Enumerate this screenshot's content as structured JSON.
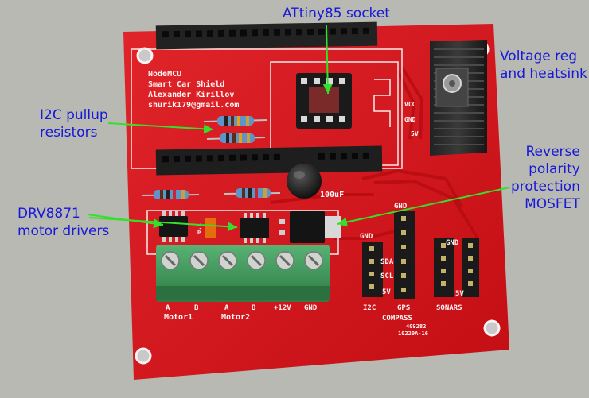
{
  "annotations": {
    "attiny_socket": "ATtiny85 socket",
    "voltage_reg": "Voltage reg\nand heatsink",
    "i2c_pullups": "I2C pullup\nresistors",
    "reverse_polarity": "Reverse\npolarity\nprotection\nMOSFET",
    "motor_drivers": "DRV8871\nmotor drivers"
  },
  "silkscreen": {
    "title_1": "NodeMCU",
    "title_2": "Smart Car Shield",
    "title_3": "Alexander Kirillov",
    "email": "shurik179@gmail.com",
    "vcc": "VCC",
    "gnd_top": "GND",
    "five_v_top": "5V",
    "cap_label": "100uF",
    "gnd_i2c": "GND",
    "sda": "SDA",
    "scl": "SCL",
    "five_v_i2c": "5V",
    "gnd_gps": "GND",
    "gnd_sonars": "GND",
    "five_v_sonars": "5V",
    "i2c": "I2C",
    "gps": "GPS",
    "sonars": "SONARS",
    "compass": "COMPASS",
    "code_1": "409282",
    "code_2": "10220A-16",
    "motor_a1": "A",
    "motor_b1": "B",
    "motor_a2": "A",
    "motor_b2": "B",
    "plus12v": "+12V",
    "gnd_terminal": "GND",
    "motor1": "Motor1",
    "motor2": "Motor2",
    "zero_one": "0.1"
  },
  "colors": {
    "background": "#b7b9b2",
    "board": "#d8161c",
    "annotation_text": "#1818d8",
    "arrow": "#35e02c",
    "terminal": "#3f9a5a"
  }
}
